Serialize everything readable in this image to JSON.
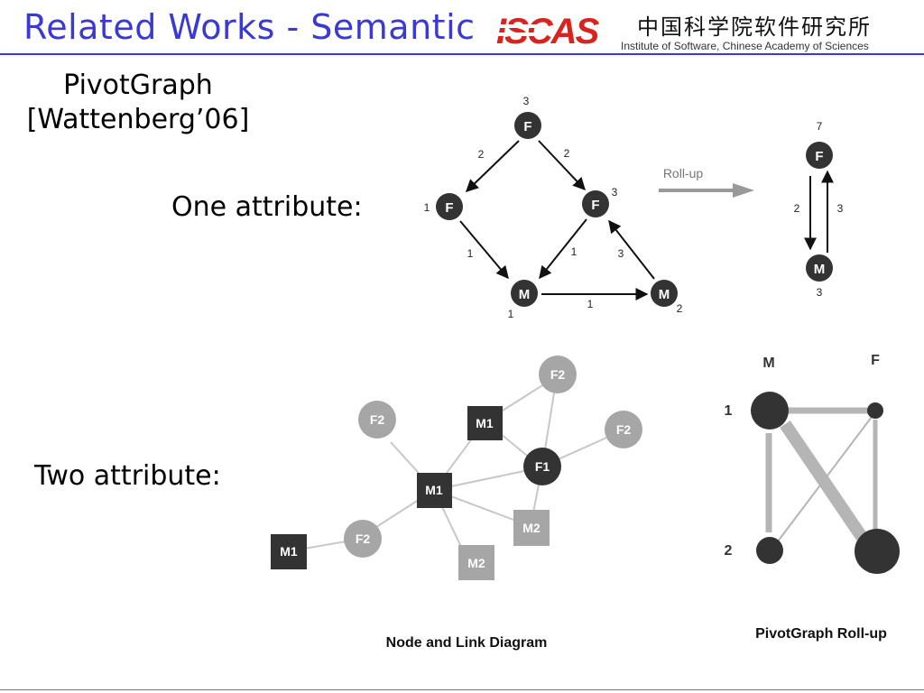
{
  "header": {
    "title": "Related Works - Semantic",
    "logo_text": "ISCAS",
    "org_chinese": "中国科学院软件研究所",
    "org_english": "Institute of Software, Chinese Academy of Sciences"
  },
  "content": {
    "paper_title": "PivotGraph",
    "paper_ref": "[Wattenberg’06]",
    "one_attribute_label": "One attribute:",
    "two_attribute_label": "Two attribute:"
  },
  "diagram_one": {
    "node_labels": [
      "F",
      "F",
      "F",
      "M",
      "M"
    ],
    "node_counts": [
      "3",
      "1",
      "3",
      "1",
      "2"
    ],
    "edge_weights": [
      "2",
      "2",
      "1",
      "1",
      "3",
      "1"
    ],
    "rollup_label": "Roll-up",
    "rolled_nodes": [
      "F",
      "M"
    ],
    "rolled_counts": [
      "7",
      "3"
    ],
    "rolled_edges": [
      "2",
      "3"
    ]
  },
  "diagram_two": {
    "nodes": [
      "F2",
      "F2",
      "M1",
      "F2",
      "F1",
      "M1",
      "M2",
      "F2",
      "M1",
      "M2"
    ],
    "caption": "Node and Link Diagram"
  },
  "rollup_matrix": {
    "col_labels": [
      "M",
      "F"
    ],
    "row_labels": [
      "1",
      "2"
    ],
    "caption": "PivotGraph Roll-up"
  },
  "colors": {
    "title": "#3a3ad0",
    "dark_node": "#333333",
    "light_node": "#a6a6a6"
  }
}
